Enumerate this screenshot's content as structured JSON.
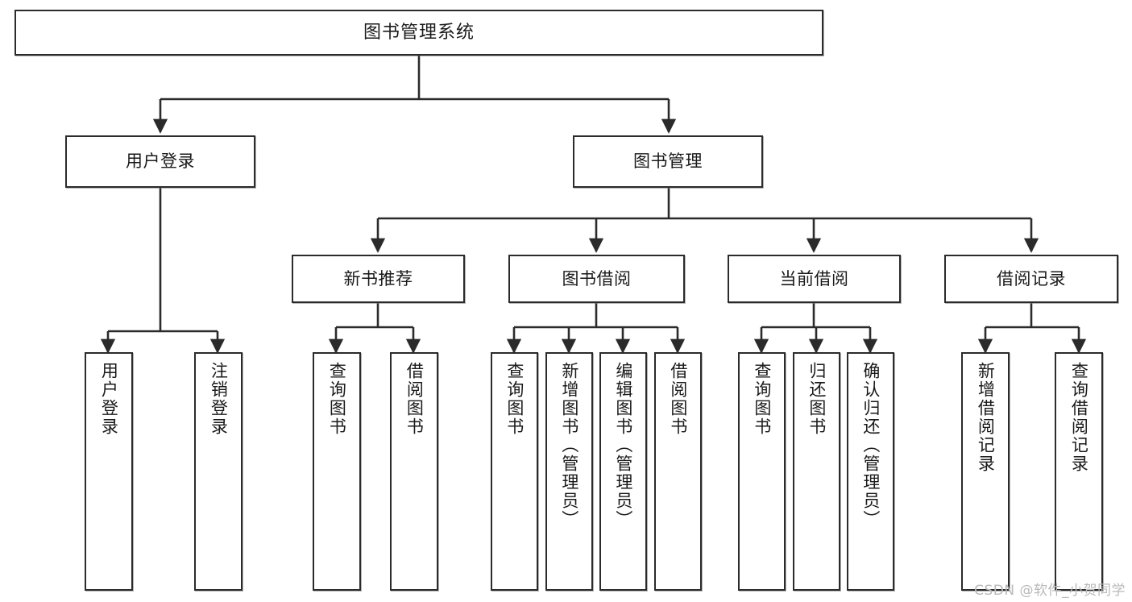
{
  "diagram": {
    "title": "图书管理系统",
    "watermark": "CSDN @软件_小贺同学",
    "colors": {
      "box_border": "#2b2b2b",
      "box_fill": "#ffffff",
      "edge": "#2b2b2b",
      "background": "#ffffff",
      "watermark": "#b9b9b9"
    },
    "nodes": {
      "root": {
        "label": "图书管理系统"
      },
      "level2": [
        {
          "label": "用户登录"
        },
        {
          "label": "图书管理"
        }
      ],
      "level3": [
        {
          "label": "新书推荐"
        },
        {
          "label": "图书借阅"
        },
        {
          "label": "当前借阅"
        },
        {
          "label": "借阅记录"
        }
      ],
      "leaves": {
        "user_login": [
          {
            "label": "用户登录"
          },
          {
            "label": "注销登录"
          }
        ],
        "new_book": [
          {
            "label": "查询图书"
          },
          {
            "label": "借阅图书"
          }
        ],
        "borrow_book": [
          {
            "label": "查询图书"
          },
          {
            "label": "新增图书（管理员）"
          },
          {
            "label": "编辑图书（管理员）"
          },
          {
            "label": "借阅图书"
          }
        ],
        "current_borrow": [
          {
            "label": "查询图书"
          },
          {
            "label": "归还图书"
          },
          {
            "label": "确认归还（管理员）"
          }
        ],
        "borrow_record": [
          {
            "label": "新增借阅记录"
          },
          {
            "label": "查询借阅记录"
          }
        ]
      }
    },
    "edges": [
      {
        "from": "图书管理系统",
        "to": "用户登录"
      },
      {
        "from": "图书管理系统",
        "to": "图书管理"
      },
      {
        "from": "用户登录",
        "to": "用户登录"
      },
      {
        "from": "用户登录",
        "to": "注销登录"
      },
      {
        "from": "图书管理",
        "to": "新书推荐"
      },
      {
        "from": "图书管理",
        "to": "图书借阅"
      },
      {
        "from": "图书管理",
        "to": "当前借阅"
      },
      {
        "from": "图书管理",
        "to": "借阅记录"
      },
      {
        "from": "新书推荐",
        "to": "查询图书"
      },
      {
        "from": "新书推荐",
        "to": "借阅图书"
      },
      {
        "from": "图书借阅",
        "to": "查询图书"
      },
      {
        "from": "图书借阅",
        "to": "新增图书（管理员）"
      },
      {
        "from": "图书借阅",
        "to": "编辑图书（管理员）"
      },
      {
        "from": "图书借阅",
        "to": "借阅图书"
      },
      {
        "from": "当前借阅",
        "to": "查询图书"
      },
      {
        "from": "当前借阅",
        "to": "归还图书"
      },
      {
        "from": "当前借阅",
        "to": "确认归还（管理员）"
      },
      {
        "from": "借阅记录",
        "to": "新增借阅记录"
      },
      {
        "from": "借阅记录",
        "to": "查询借阅记录"
      }
    ]
  }
}
